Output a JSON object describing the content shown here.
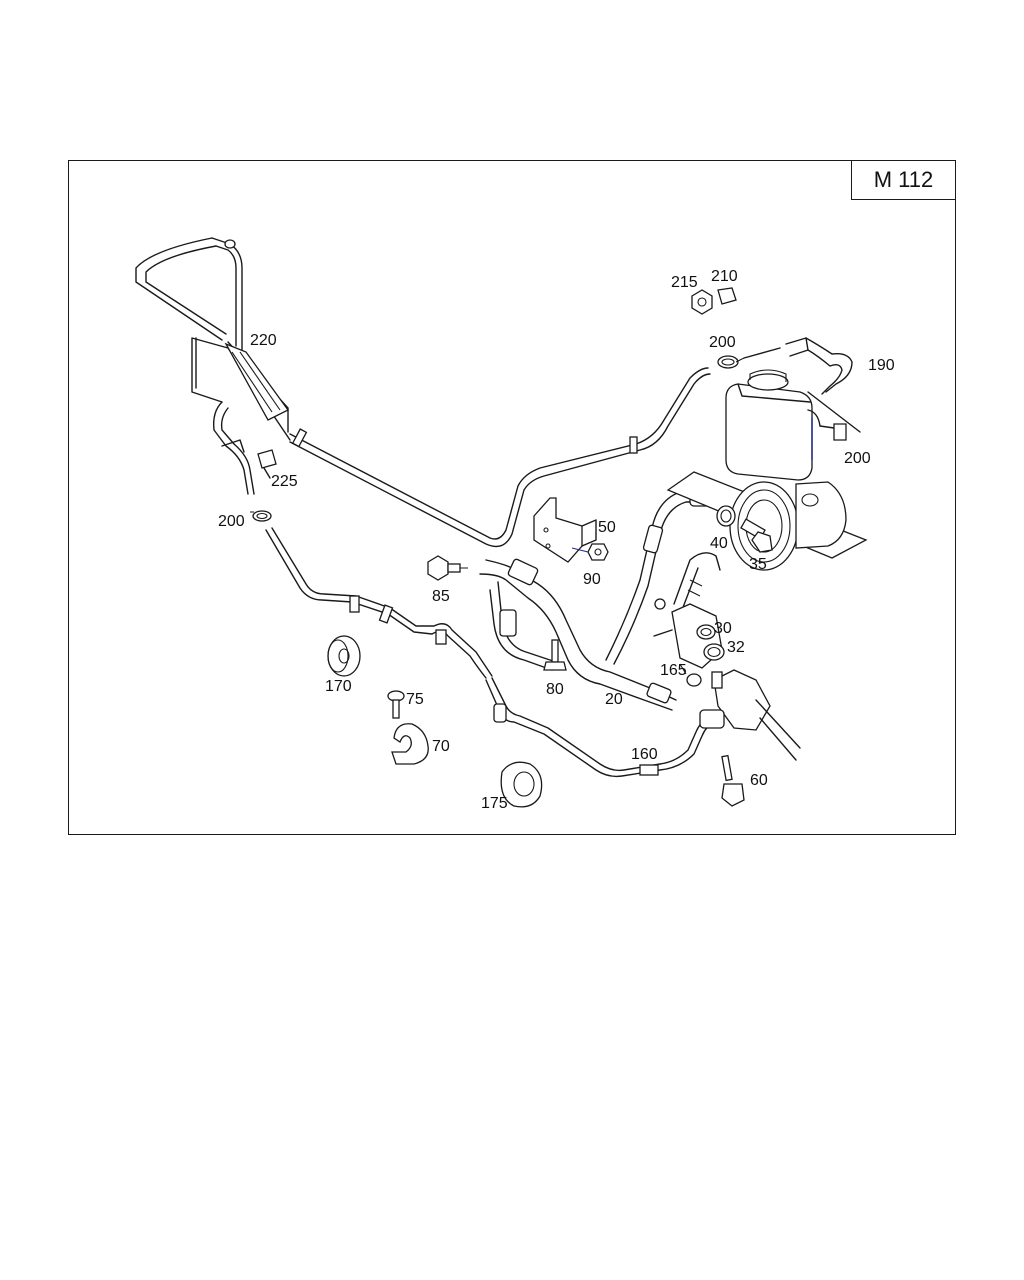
{
  "model_code": "M 112",
  "callouts": [
    {
      "id": "c220",
      "text": "220"
    },
    {
      "id": "c215",
      "text": "215"
    },
    {
      "id": "c210",
      "text": "210"
    },
    {
      "id": "c200a",
      "text": "200"
    },
    {
      "id": "c190",
      "text": "190"
    },
    {
      "id": "c200b",
      "text": "200"
    },
    {
      "id": "c225",
      "text": "225"
    },
    {
      "id": "c200c",
      "text": "200"
    },
    {
      "id": "c50",
      "text": "50"
    },
    {
      "id": "c40",
      "text": "40"
    },
    {
      "id": "c35",
      "text": "35"
    },
    {
      "id": "c90",
      "text": "90"
    },
    {
      "id": "c85",
      "text": "85"
    },
    {
      "id": "c30",
      "text": "30"
    },
    {
      "id": "c32",
      "text": "32"
    },
    {
      "id": "c170",
      "text": "170"
    },
    {
      "id": "c165",
      "text": "165"
    },
    {
      "id": "c80",
      "text": "80"
    },
    {
      "id": "c20",
      "text": "20"
    },
    {
      "id": "c75",
      "text": "75"
    },
    {
      "id": "c70",
      "text": "70"
    },
    {
      "id": "c160",
      "text": "160"
    },
    {
      "id": "c60",
      "text": "60"
    },
    {
      "id": "c175",
      "text": "175"
    }
  ]
}
